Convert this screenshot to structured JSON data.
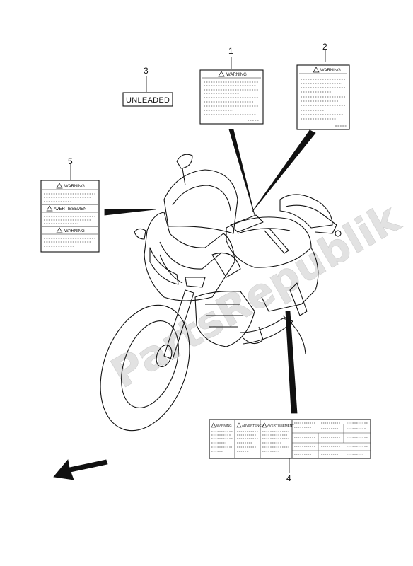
{
  "callouts": {
    "c1": "1",
    "c2": "2",
    "c3": "3",
    "c4": "4",
    "c5": "5"
  },
  "labels": {
    "unleaded": "UNLEADED",
    "warning": "WARNING",
    "avertissement": "AVERTISSEMENT",
    "warning_caps": "WARNING",
    "advertencia": "ADVERTENCIA",
    "caution": "AVERTISSEMENT"
  },
  "watermark": "PartsRepublik",
  "colors": {
    "line": "#111111",
    "watermark": "#e2e2e2"
  }
}
